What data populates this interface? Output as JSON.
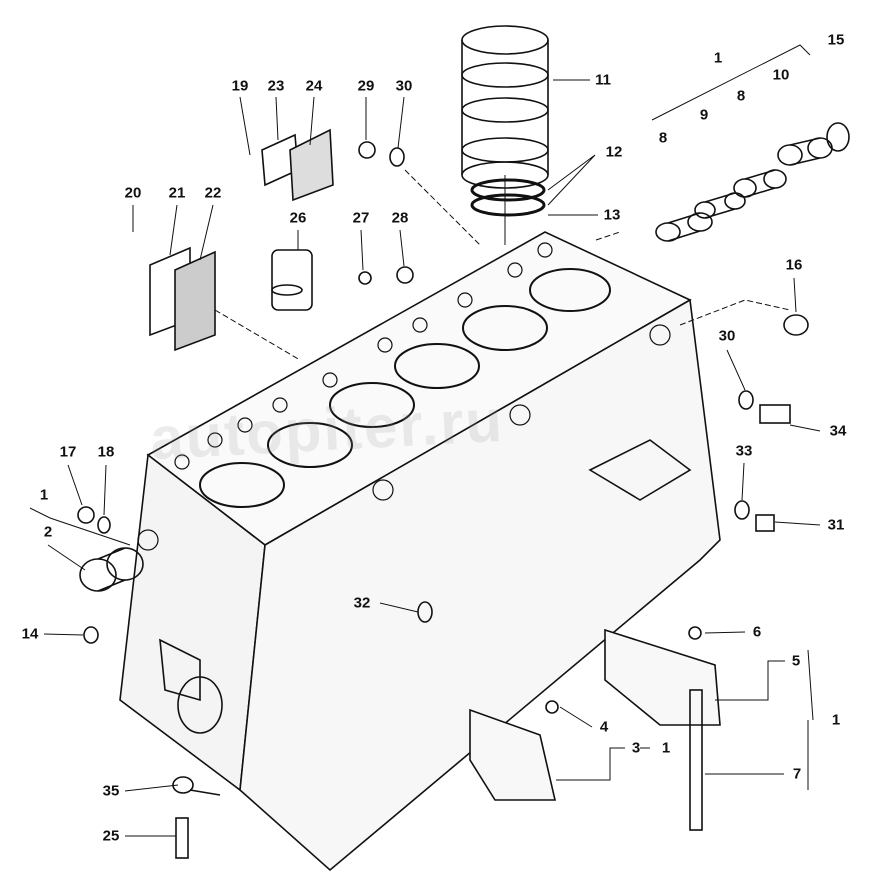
{
  "diagram": {
    "watermark": "autopiter.ru",
    "callouts": [
      "15",
      "1",
      "11",
      "10",
      "8",
      "9",
      "8",
      "19",
      "23",
      "24",
      "29",
      "30",
      "12",
      "13",
      "20",
      "21",
      "22",
      "26",
      "27",
      "28",
      "16",
      "30",
      "34",
      "17",
      "18",
      "33",
      "1",
      "2",
      "31",
      "32",
      "14",
      "6",
      "5",
      "1",
      "4",
      "3",
      "1",
      "7",
      "35",
      "25"
    ]
  }
}
